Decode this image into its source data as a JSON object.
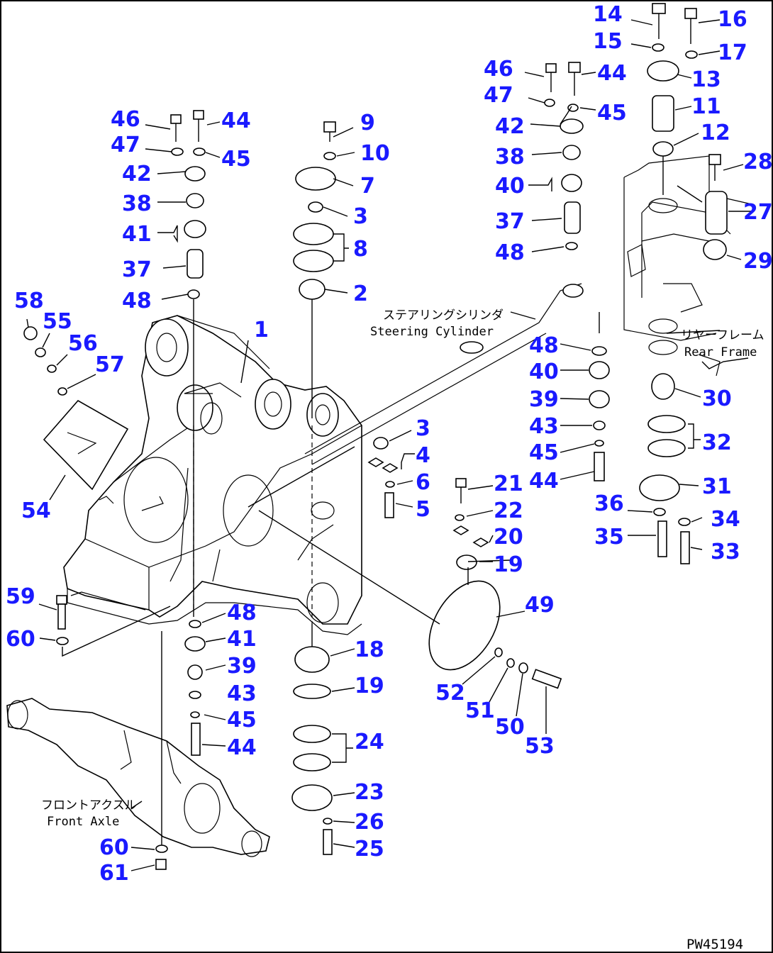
{
  "diagram": {
    "drawing_code": "PW45194",
    "labels": {
      "steering_cylinder_jp": "ステアリングシリンダ",
      "steering_cylinder_en": "Steering Cylinder",
      "rear_frame_jp": "リヤーフレーム",
      "rear_frame_en": "Rear Frame",
      "front_axle_jp": "フロントアクスル",
      "front_axle_en": "Front Axle"
    },
    "colors": {
      "callout": "#1a1aff",
      "line": "#000000"
    },
    "callouts": [
      {
        "id": "c14",
        "text": "14"
      },
      {
        "id": "c16",
        "text": "16"
      },
      {
        "id": "c15",
        "text": "15"
      },
      {
        "id": "c17",
        "text": "17"
      },
      {
        "id": "c13",
        "text": "13"
      },
      {
        "id": "c46a",
        "text": "46"
      },
      {
        "id": "c44a",
        "text": "44"
      },
      {
        "id": "c47a",
        "text": "47"
      },
      {
        "id": "c45a",
        "text": "45"
      },
      {
        "id": "c11",
        "text": "11"
      },
      {
        "id": "c42a",
        "text": "42"
      },
      {
        "id": "c12",
        "text": "12"
      },
      {
        "id": "c38a",
        "text": "38"
      },
      {
        "id": "c28",
        "text": "28"
      },
      {
        "id": "c40a",
        "text": "40"
      },
      {
        "id": "c27",
        "text": "27"
      },
      {
        "id": "c37a",
        "text": "37"
      },
      {
        "id": "c48a",
        "text": "48"
      },
      {
        "id": "c29",
        "text": "29"
      },
      {
        "id": "c46b",
        "text": "46"
      },
      {
        "id": "c44b",
        "text": "44"
      },
      {
        "id": "c47b",
        "text": "47"
      },
      {
        "id": "c45b",
        "text": "45"
      },
      {
        "id": "c42b",
        "text": "42"
      },
      {
        "id": "c38b",
        "text": "38"
      },
      {
        "id": "c41a",
        "text": "41"
      },
      {
        "id": "c37b",
        "text": "37"
      },
      {
        "id": "c48b",
        "text": "48"
      },
      {
        "id": "c9",
        "text": "9"
      },
      {
        "id": "c10",
        "text": "10"
      },
      {
        "id": "c7",
        "text": "7"
      },
      {
        "id": "c3a",
        "text": "3"
      },
      {
        "id": "c8",
        "text": "8"
      },
      {
        "id": "c2",
        "text": "2"
      },
      {
        "id": "c1",
        "text": "1"
      },
      {
        "id": "c58",
        "text": "58"
      },
      {
        "id": "c55",
        "text": "55"
      },
      {
        "id": "c56",
        "text": "56"
      },
      {
        "id": "c57",
        "text": "57"
      },
      {
        "id": "c54",
        "text": "54"
      },
      {
        "id": "c48c",
        "text": "48"
      },
      {
        "id": "c40b",
        "text": "40"
      },
      {
        "id": "c39a",
        "text": "39"
      },
      {
        "id": "c43a",
        "text": "43"
      },
      {
        "id": "c45c",
        "text": "45"
      },
      {
        "id": "c44c",
        "text": "44"
      },
      {
        "id": "c36",
        "text": "36"
      },
      {
        "id": "c35",
        "text": "35"
      },
      {
        "id": "c30",
        "text": "30"
      },
      {
        "id": "c32",
        "text": "32"
      },
      {
        "id": "c31",
        "text": "31"
      },
      {
        "id": "c34",
        "text": "34"
      },
      {
        "id": "c33",
        "text": "33"
      },
      {
        "id": "c3b",
        "text": "3"
      },
      {
        "id": "c4",
        "text": "4"
      },
      {
        "id": "c6",
        "text": "6"
      },
      {
        "id": "c5",
        "text": "5"
      },
      {
        "id": "c21",
        "text": "21"
      },
      {
        "id": "c22",
        "text": "22"
      },
      {
        "id": "c20",
        "text": "20"
      },
      {
        "id": "c19a",
        "text": "19"
      },
      {
        "id": "c59",
        "text": "59"
      },
      {
        "id": "c60a",
        "text": "60"
      },
      {
        "id": "c48d",
        "text": "48"
      },
      {
        "id": "c41b",
        "text": "41"
      },
      {
        "id": "c39b",
        "text": "39"
      },
      {
        "id": "c43b",
        "text": "43"
      },
      {
        "id": "c45d",
        "text": "45"
      },
      {
        "id": "c44d",
        "text": "44"
      },
      {
        "id": "c49",
        "text": "49"
      },
      {
        "id": "c18",
        "text": "18"
      },
      {
        "id": "c19b",
        "text": "19"
      },
      {
        "id": "c24",
        "text": "24"
      },
      {
        "id": "c23",
        "text": "23"
      },
      {
        "id": "c26",
        "text": "26"
      },
      {
        "id": "c25",
        "text": "25"
      },
      {
        "id": "c52",
        "text": "52"
      },
      {
        "id": "c51",
        "text": "51"
      },
      {
        "id": "c50",
        "text": "50"
      },
      {
        "id": "c53",
        "text": "53"
      },
      {
        "id": "c60b",
        "text": "60"
      },
      {
        "id": "c61",
        "text": "61"
      }
    ]
  }
}
